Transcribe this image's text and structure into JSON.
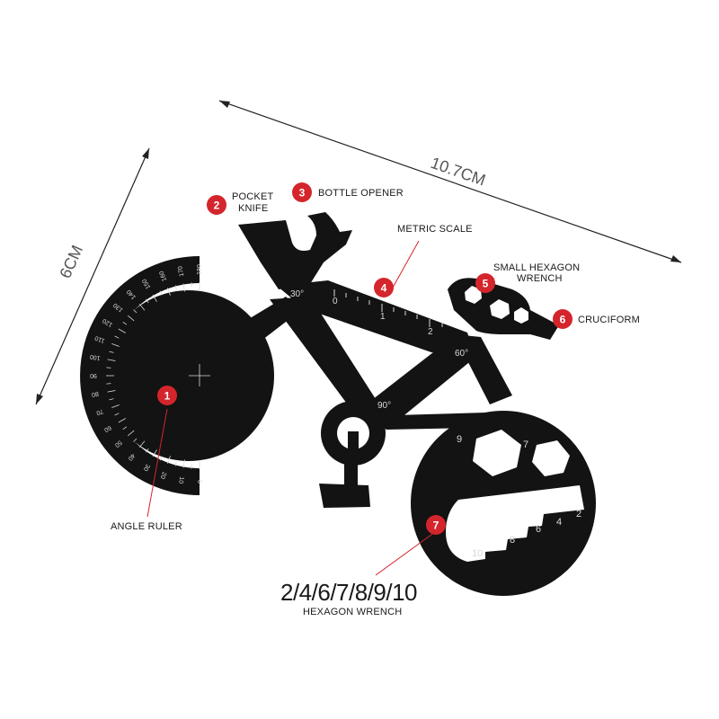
{
  "dimensions": {
    "width_label": "10.7CM",
    "height_label": "6CM"
  },
  "colors": {
    "metal": "#131313",
    "badge": "#d4252c",
    "leader": "#d4252c",
    "etching": "#d8d8d8"
  },
  "callouts": [
    {
      "num": "1",
      "text_lines": [
        "ANGLE RULER"
      ]
    },
    {
      "num": "2",
      "text_lines": [
        "POCKET",
        "KNIFE"
      ]
    },
    {
      "num": "3",
      "text_lines": [
        "BOTTLE OPENER"
      ]
    },
    {
      "num": "4",
      "text_lines": [
        "METRIC SCALE"
      ]
    },
    {
      "num": "5",
      "text_lines": [
        "SMALL HEXAGON",
        "WRENCH"
      ]
    },
    {
      "num": "6",
      "text_lines": [
        "CRUCIFORM"
      ]
    },
    {
      "num": "7",
      "text_lines": [
        "2/4/6/7/8/9/10",
        "HEXAGON WRENCH"
      ]
    }
  ],
  "frame_angles": [
    "30°",
    "60°",
    "90°"
  ],
  "scale_marks": [
    "0",
    "1",
    "2"
  ],
  "wrench_sizes": [
    "9",
    "7",
    "2",
    "4",
    "6",
    "8",
    "10"
  ],
  "protractor_degrees": [
    "0",
    "10",
    "20",
    "30",
    "40",
    "50",
    "60",
    "70",
    "80",
    "90",
    "100",
    "110",
    "120",
    "130",
    "140",
    "150",
    "160",
    "170",
    "180"
  ]
}
